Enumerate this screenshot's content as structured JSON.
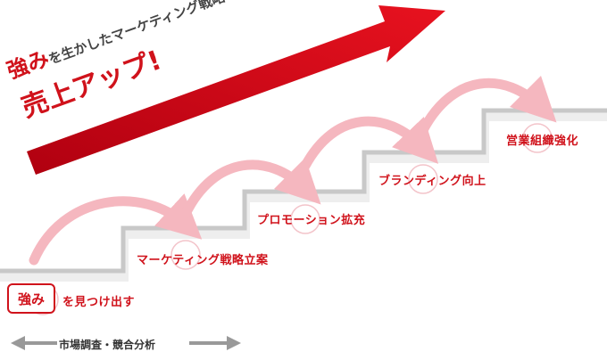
{
  "headline": {
    "strength_word": "強み",
    "line1_rest": "を生かしたマーケティング戦略で",
    "line2": "売上アップ!"
  },
  "steps": [
    {
      "start_box": "強み",
      "label": "を見つけ出す"
    },
    {
      "label": "マーケティング戦略立案"
    },
    {
      "label": "プロモーション拡充"
    },
    {
      "label": "ブランディング向上"
    },
    {
      "label": "営業組織強化"
    }
  ],
  "research_label": "市場調査・競合分析",
  "colors": {
    "accent_red": "#d0121b",
    "arc_pink": "#f5b7bf",
    "stair_gray": "#c8c8c8",
    "text_dark": "#444444"
  }
}
